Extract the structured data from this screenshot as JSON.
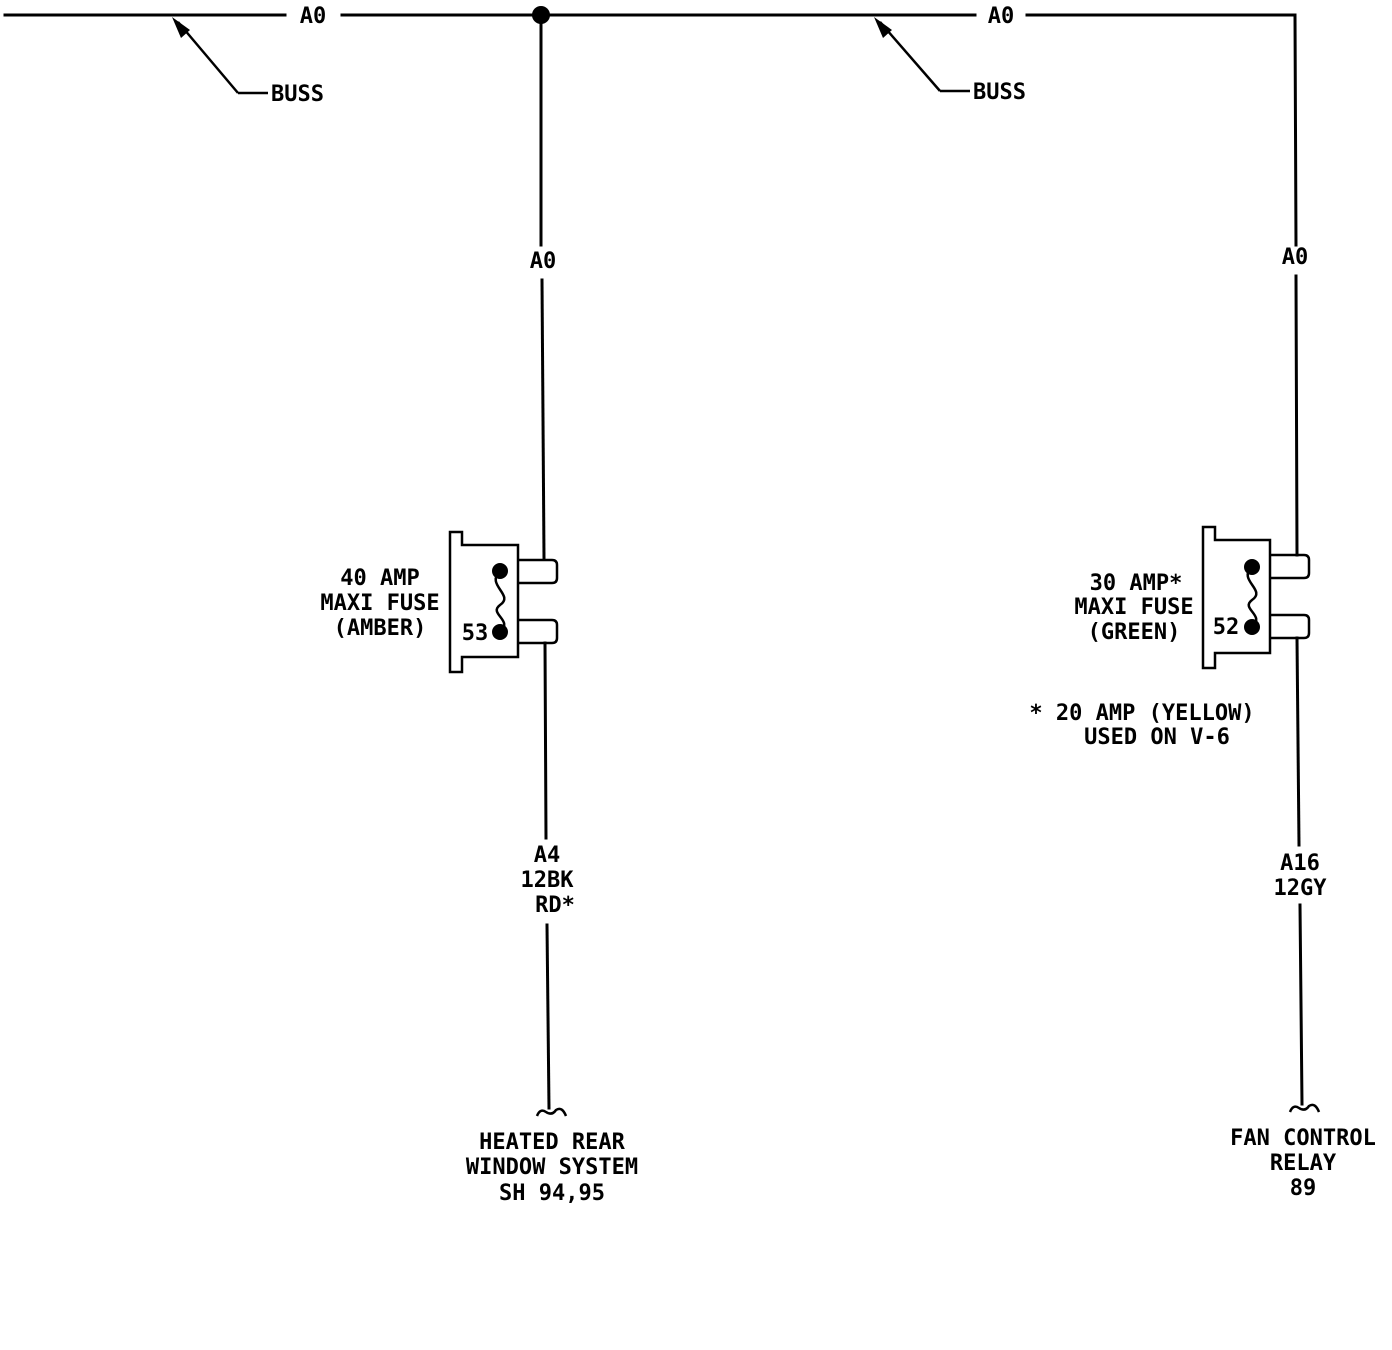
{
  "bus": {
    "label_left": "A0",
    "label_right": "A0",
    "buss_left": "BUSS",
    "buss_right": "BUSS"
  },
  "left_branch": {
    "wire_top_label": "A0",
    "fuse_lines": [
      "40 AMP",
      "MAXI FUSE",
      "(AMBER)"
    ],
    "fuse_number": "53",
    "wire_bottom_lines": [
      "A4",
      "12BK",
      "RD*"
    ],
    "destination_lines": [
      "HEATED REAR",
      "WINDOW SYSTEM",
      "SH 94,95"
    ]
  },
  "right_branch": {
    "wire_top_label": "A0",
    "fuse_lines": [
      "30 AMP*",
      "MAXI FUSE",
      "(GREEN)"
    ],
    "fuse_number": "52",
    "note_lines": [
      "* 20 AMP (YELLOW)",
      "USED ON V-6"
    ],
    "wire_bottom_lines": [
      "A16",
      "12GY"
    ],
    "destination_lines": [
      "FAN CONTROL",
      "RELAY",
      "89"
    ]
  }
}
